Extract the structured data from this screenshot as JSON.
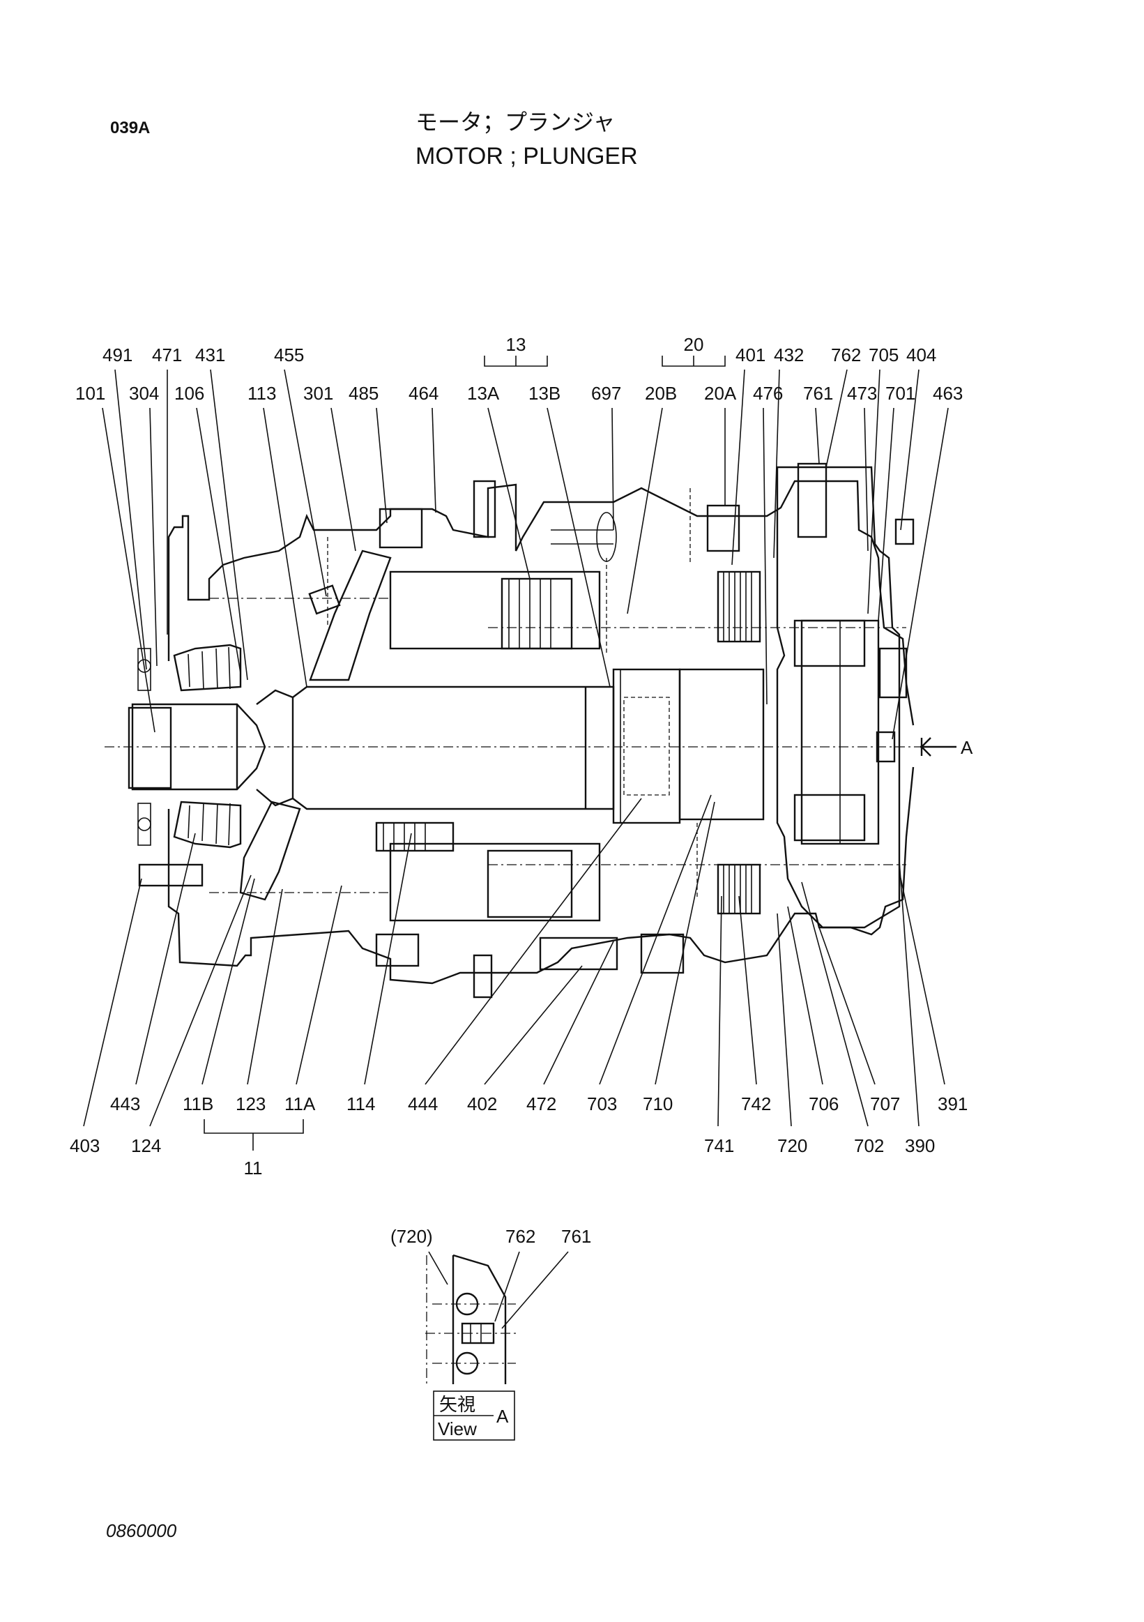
{
  "header": {
    "page_code": "039A",
    "title_jp": "モータ；プランジャ",
    "title_en": "MOTOR ; PLUNGER"
  },
  "callouts": {
    "c491": "491",
    "c471": "471",
    "c431": "431",
    "c455": "455",
    "c101": "101",
    "c304": "304",
    "c106": "106",
    "c113": "113",
    "c301": "301",
    "c485": "485",
    "c464": "464",
    "g13": "13",
    "c13A": "13A",
    "c13B": "13B",
    "c697": "697",
    "g20": "20",
    "c20B": "20B",
    "c20A": "20A",
    "c401": "401",
    "c432": "432",
    "c476": "476",
    "c762": "762",
    "c761": "761",
    "c705": "705",
    "c473": "473",
    "c404": "404",
    "c701": "701",
    "c463": "463",
    "view_a_arrow": "A",
    "c403": "403",
    "c443": "443",
    "c124": "124",
    "c11B": "11B",
    "c123": "123",
    "c11A": "11A",
    "g11": "11",
    "c114": "114",
    "c444": "444",
    "c402": "402",
    "c472": "472",
    "c703": "703",
    "c710": "710",
    "c741": "741",
    "c742": "742",
    "c720": "720",
    "c706": "706",
    "c707": "707",
    "c702": "702",
    "c391": "391",
    "c390": "390"
  },
  "view_a": {
    "ref_720": "(720)",
    "c762": "762",
    "c761": "761",
    "label_jp": "矢視",
    "label_en": "View",
    "letter": "A"
  },
  "footer": {
    "drawing_code": "0860000"
  }
}
